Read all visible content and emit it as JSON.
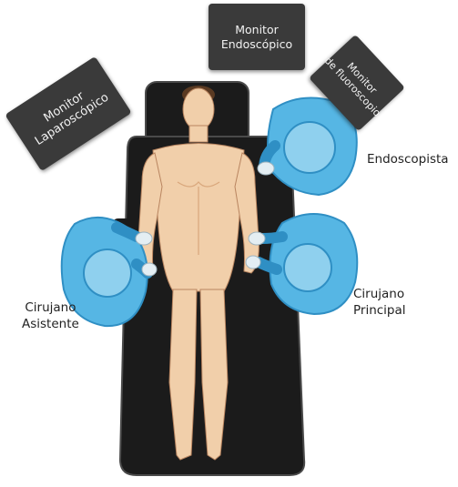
{
  "monitors": {
    "endoscopic": {
      "line1": "Monitor",
      "line2": "Endoscópico"
    },
    "laparoscopic": {
      "line1": "Monitor",
      "line2": "Laparoscópico"
    },
    "fluoroscopy": {
      "line1": "Monitor",
      "line2": "de fluoroscopio"
    }
  },
  "roles": {
    "endoscopist": "Endoscopista",
    "assistant": {
      "line1": "Cirujano",
      "line2": "Asistente"
    },
    "principal": {
      "line1": "Cirujano",
      "line2": "Principal"
    }
  },
  "colors": {
    "table": "#1b1b1b",
    "table_edge": "#4a4a4a",
    "skin": "#f1cfaa",
    "skin_shadow": "#d9a77c",
    "hair": "#5a3a22",
    "gown": "#56b6e4",
    "gown_dark": "#2f8fc4",
    "cap": "#8fd0ee",
    "glove": "#e4eef3",
    "monitor": "#3a3a3a",
    "text": "#222222"
  }
}
